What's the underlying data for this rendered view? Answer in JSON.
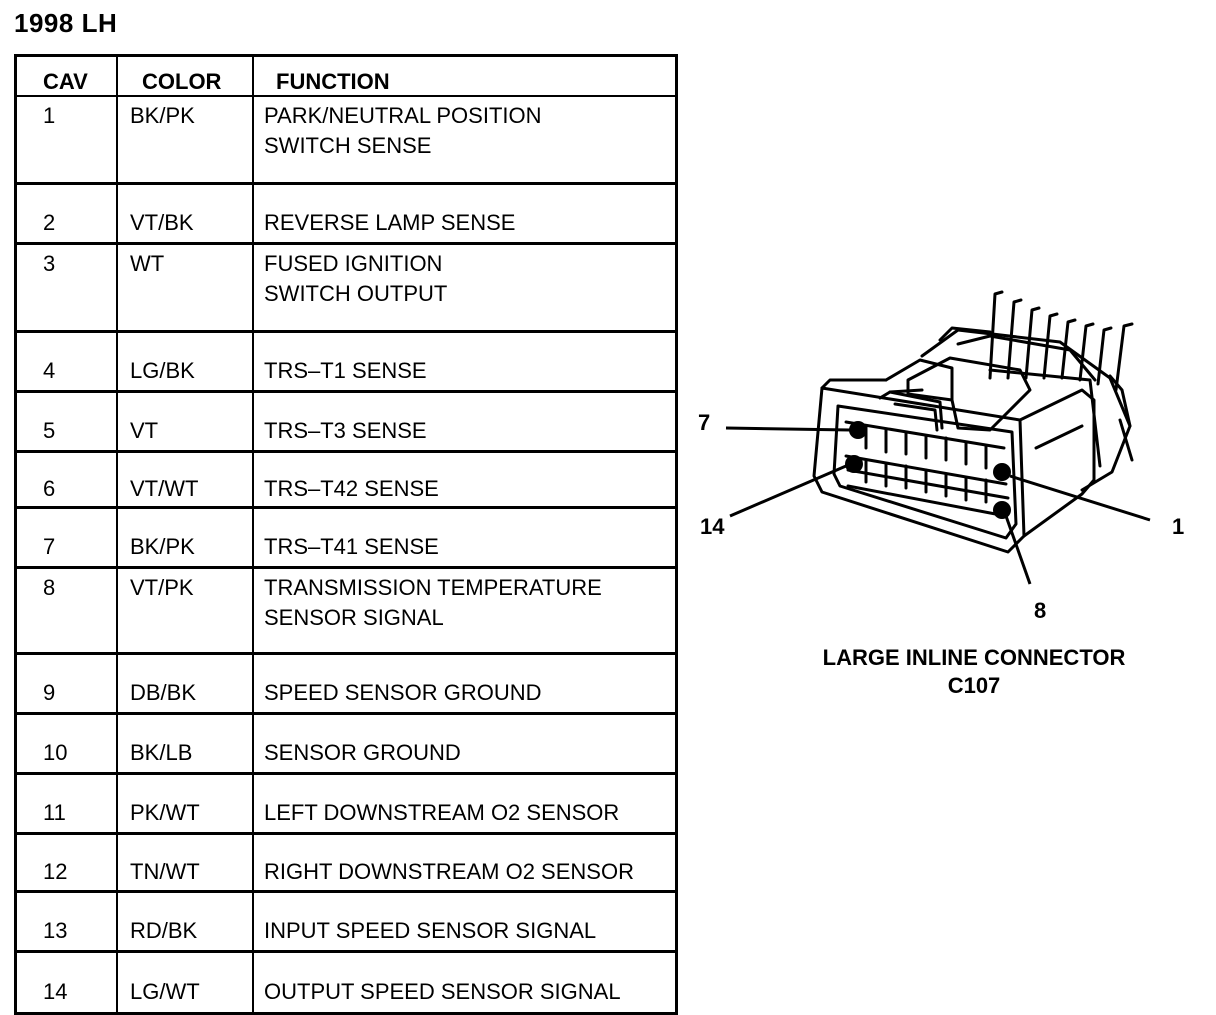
{
  "title": "1998 LH",
  "table": {
    "headers": [
      "CAV",
      "COLOR",
      "FUNCTION"
    ],
    "rows": [
      {
        "cav": "1",
        "color": "BK/PK",
        "function": [
          "PARK/NEUTRAL POSITION",
          "SWITCH SENSE"
        ]
      },
      {
        "cav": "2",
        "color": "VT/BK",
        "function": [
          "REVERSE LAMP SENSE"
        ]
      },
      {
        "cav": "3",
        "color": "WT",
        "function": [
          "FUSED IGNITION",
          "SWITCH OUTPUT"
        ]
      },
      {
        "cav": "4",
        "color": "LG/BK",
        "function": [
          "TRS–T1 SENSE"
        ]
      },
      {
        "cav": "5",
        "color": "VT",
        "function": [
          "TRS–T3 SENSE"
        ]
      },
      {
        "cav": "6",
        "color": "VT/WT",
        "function": [
          "TRS–T42 SENSE"
        ]
      },
      {
        "cav": "7",
        "color": "BK/PK",
        "function": [
          "TRS–T41 SENSE"
        ]
      },
      {
        "cav": "8",
        "color": "VT/PK",
        "function": [
          "TRANSMISSION TEMPERATURE",
          "SENSOR SIGNAL"
        ]
      },
      {
        "cav": "9",
        "color": "DB/BK",
        "function": [
          "SPEED SENSOR GROUND"
        ]
      },
      {
        "cav": "10",
        "color": "BK/LB",
        "function": [
          "SENSOR GROUND"
        ]
      },
      {
        "cav": "11",
        "color": "PK/WT",
        "function": [
          "LEFT DOWNSTREAM O2 SENSOR"
        ]
      },
      {
        "cav": "12",
        "color": "TN/WT",
        "function": [
          "RIGHT DOWNSTREAM O2 SENSOR"
        ]
      },
      {
        "cav": "13",
        "color": "RD/BK",
        "function": [
          "INPUT SPEED SENSOR SIGNAL"
        ]
      },
      {
        "cav": "14",
        "color": "LG/WT",
        "function": [
          "OUTPUT SPEED SENSOR SIGNAL"
        ]
      }
    ]
  },
  "connector": {
    "pin_labels": {
      "pin7": "7",
      "pin14": "14",
      "pin1": "1",
      "pin8": "8"
    },
    "caption_line1": "LARGE INLINE CONNECTOR",
    "caption_line2": "C107"
  }
}
